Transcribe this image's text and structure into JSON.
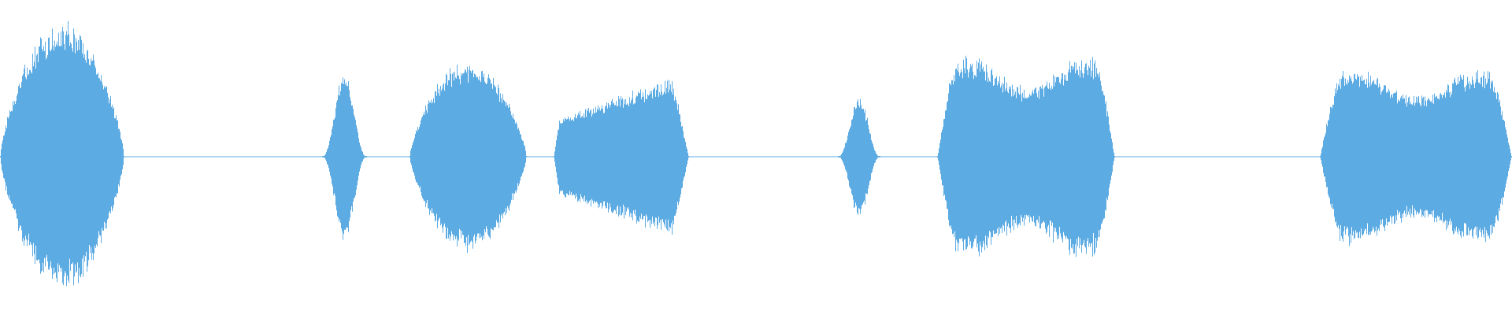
{
  "waveform": {
    "color": "#5DABE3",
    "background": "#FFFFFF",
    "segments": [
      {
        "name": "segment-1",
        "start": 0.0,
        "end": 0.082,
        "peak": 0.87
      },
      {
        "name": "segment-2",
        "start": 0.213,
        "end": 0.242,
        "peak": 0.55
      },
      {
        "name": "segment-3",
        "start": 0.271,
        "end": 0.348,
        "peak": 0.62
      },
      {
        "name": "segment-4",
        "start": 0.366,
        "end": 0.455,
        "peak": 0.55
      },
      {
        "name": "segment-5",
        "start": 0.554,
        "end": 0.582,
        "peak": 0.4
      },
      {
        "name": "segment-6",
        "start": 0.62,
        "end": 0.737,
        "peak": 0.66
      },
      {
        "name": "segment-7",
        "start": 0.873,
        "end": 1.0,
        "peak": 0.57
      }
    ],
    "envelopes": [
      {
        "segment": "segment-1",
        "shape": "dome"
      },
      {
        "segment": "segment-2",
        "shape": "spike"
      },
      {
        "segment": "segment-3",
        "shape": "dome"
      },
      {
        "segment": "segment-4",
        "shape": "ramp-up"
      },
      {
        "segment": "segment-5",
        "shape": "spike"
      },
      {
        "segment": "segment-6",
        "shape": "plateau"
      },
      {
        "segment": "segment-7",
        "shape": "plateau"
      }
    ]
  }
}
